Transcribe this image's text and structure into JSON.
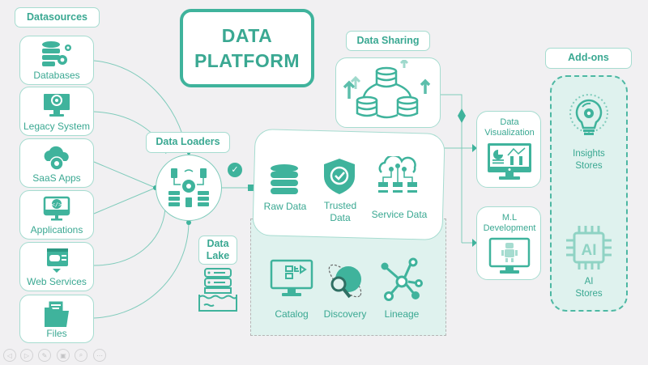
{
  "title": {
    "line1": "DATA",
    "line2": "PLATFORM"
  },
  "colors": {
    "accent": "#3fb39c",
    "accent_light": "#a6dcd0",
    "panel_tint": "#dff2ee",
    "background": "#f1f0f2"
  },
  "datasources": {
    "heading": "Datasources",
    "items": [
      {
        "label": "Databases",
        "icon": "database-gear-icon"
      },
      {
        "label": "Legacy System",
        "icon": "monitor-gear-icon"
      },
      {
        "label": "SaaS Apps",
        "icon": "cloud-gear-icon"
      },
      {
        "label": "Applications",
        "icon": "monitor-code-icon"
      },
      {
        "label": "Web Services",
        "icon": "browser-plug-icon"
      },
      {
        "label": "Files",
        "icon": "folder-icon"
      }
    ]
  },
  "loaders": {
    "heading": "Data Loaders",
    "icon": "server-network-gear-icon",
    "status_icon": "check-circle-icon"
  },
  "core": {
    "items": [
      {
        "label": "Raw Data",
        "icon": "database-icon"
      },
      {
        "label": "Trusted Data",
        "icon": "shield-check-icon"
      },
      {
        "label": "Service Data",
        "icon": "cloud-network-icon"
      }
    ]
  },
  "governance": {
    "items": [
      {
        "label": "Catalog",
        "icon": "monitor-catalog-icon"
      },
      {
        "label": "Discovery",
        "icon": "globe-search-icon"
      },
      {
        "label": "Lineage",
        "icon": "node-graph-icon"
      }
    ]
  },
  "data_lake": {
    "heading_line1": "Data",
    "heading_line2": "Lake",
    "icon": "server-lake-icon"
  },
  "sharing": {
    "heading": "Data Sharing",
    "icon": "database-share-icon"
  },
  "consumers": [
    {
      "line1": "Data",
      "line2": "Visualization",
      "icon": "monitor-chart-icon"
    },
    {
      "line1": "M.L",
      "line2": "Development",
      "icon": "monitor-robot-icon"
    }
  ],
  "addons": {
    "heading": "Add-ons",
    "items": [
      {
        "line1": "Insights",
        "line2": "Stores",
        "icon": "lightbulb-gear-icon"
      },
      {
        "line1": "AI",
        "line2": "Stores",
        "icon": "ai-chip-icon"
      }
    ]
  },
  "nav": [
    {
      "name": "previous-slide-button",
      "glyph": "◁"
    },
    {
      "name": "next-slide-button",
      "glyph": "▷"
    },
    {
      "name": "pen-button",
      "glyph": "✎"
    },
    {
      "name": "slides-button",
      "glyph": "▣"
    },
    {
      "name": "zoom-button",
      "glyph": "⌕"
    },
    {
      "name": "more-button",
      "glyph": "⋯"
    }
  ]
}
